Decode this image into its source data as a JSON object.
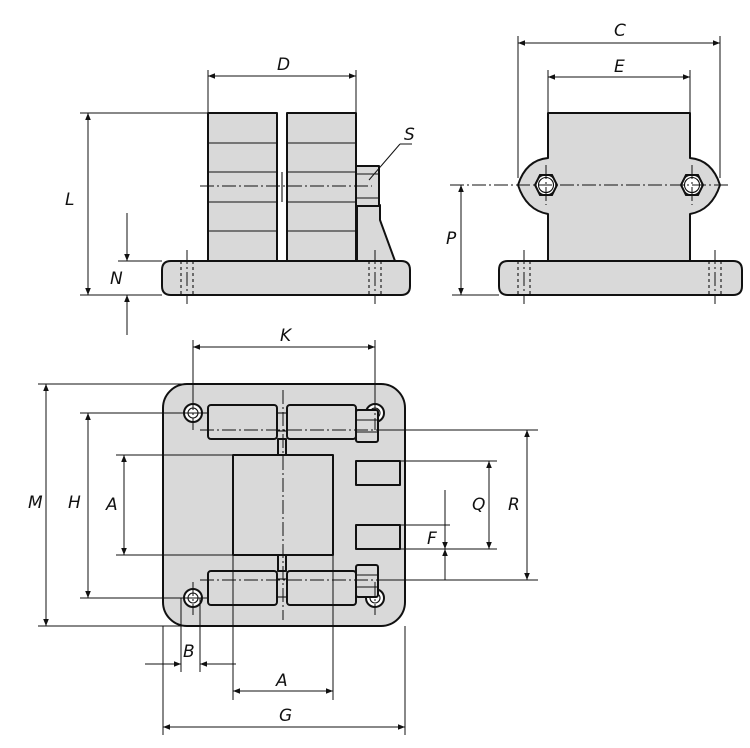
{
  "drawing": {
    "labels": {
      "A_top": "A",
      "A_bottom": "A",
      "B": "B",
      "C": "C",
      "D": "D",
      "E": "E",
      "F": "F",
      "G": "G",
      "H": "H",
      "K": "K",
      "L": "L",
      "M": "M",
      "N": "N",
      "P": "P",
      "Q": "Q",
      "R": "R",
      "S": "S"
    }
  }
}
